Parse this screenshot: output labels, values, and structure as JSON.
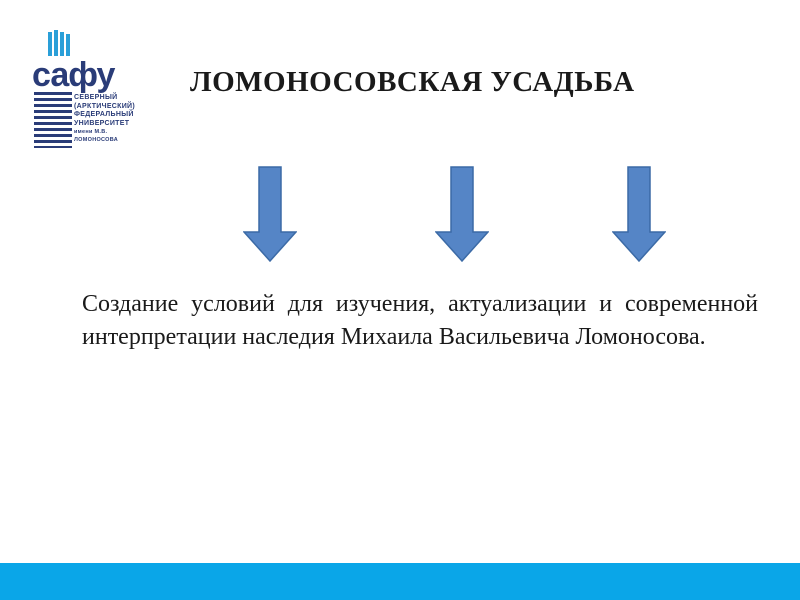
{
  "logo": {
    "name": "сафу",
    "lines": [
      "СЕВЕРНЫЙ",
      "(АРКТИЧЕСКИЙ)",
      "ФЕДЕРАЛЬНЫЙ",
      "УНИВЕРСИТЕТ"
    ],
    "subline": "имени М.В. ЛОМОНОСОВА",
    "color": "#2a3c78"
  },
  "title": "ЛОМОНОСОВСКАЯ УСАДЬБА",
  "arrows": {
    "count": 3,
    "fill": "#5585c6",
    "stroke": "#3b6aa6"
  },
  "body": "Создание условий для изучения, актуализации и современной интерпретации наследия Михаила Васильевича Ломоносова.",
  "bottom_bar": {
    "color": "#0aa6e8"
  }
}
